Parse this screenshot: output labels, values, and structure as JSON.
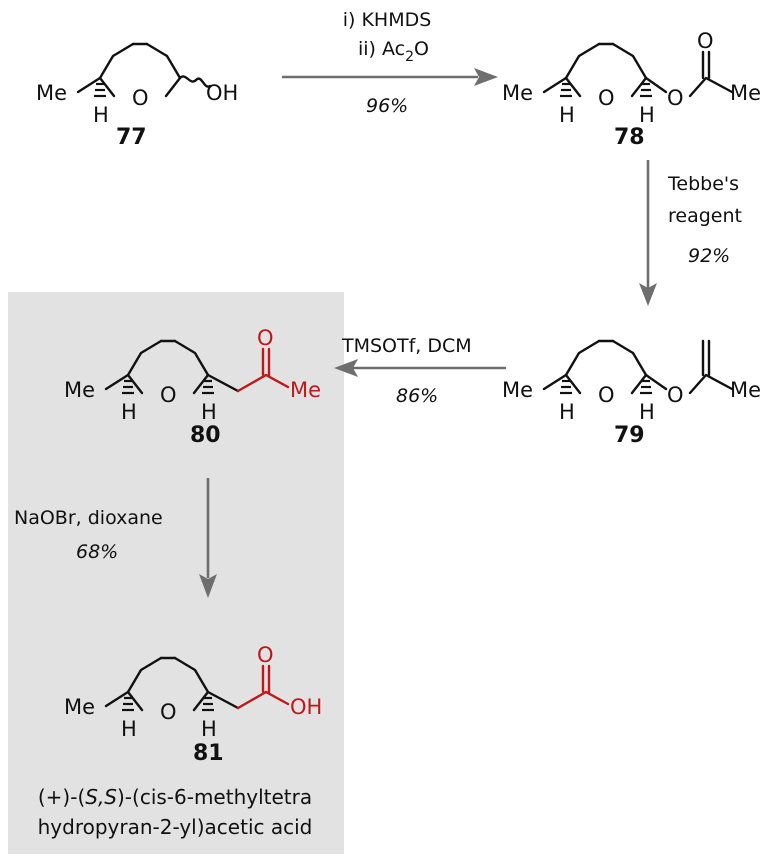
{
  "highlight_color": "#e2e2e2",
  "red_color": "#c0181a",
  "arrow_color": "#6e6e6e",
  "atoms": {
    "me": "Me",
    "h": "H",
    "o": "O",
    "oh": "OH"
  },
  "compounds": {
    "c77": "77",
    "c78": "78",
    "c79": "79",
    "c80": "80",
    "c81": "81"
  },
  "steps": {
    "step1": {
      "line1": "i) KHMDS",
      "line2_prefix": "ii) Ac",
      "line2_sub": "2",
      "line2_suffix": "O",
      "yield": "96%"
    },
    "step2": {
      "line1": "Tebbe's",
      "line2": "reagent",
      "yield": "92%"
    },
    "step3": {
      "reagents": "TMSOTf, DCM",
      "yield": "86%"
    },
    "step4": {
      "reagents": "NaOBr, dioxane",
      "yield": "68%"
    }
  },
  "product_name": {
    "line1_prefix": "(+)-(",
    "line1_stereo": "S,S",
    "line1_suffix": ")-(cis-6-methyltetra",
    "line2": "hydropyran-2-yl)acetic acid"
  }
}
